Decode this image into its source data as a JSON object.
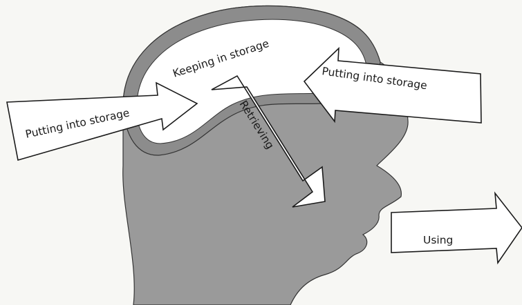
{
  "diagram": {
    "labels": {
      "keeping": "Keeping in storage",
      "put_left": "Putting into storage",
      "put_right": "Putting into storage",
      "retrieving": "Retrieving",
      "using": "Using"
    },
    "colors": {
      "head_fill": "#9a9a9a",
      "brain_ring": "#8c8c8c",
      "brain_fill": "#ffffff",
      "arrow_fill": "#ffffff",
      "outline": "#1a1a1a",
      "background": "#f7f7f4"
    }
  }
}
